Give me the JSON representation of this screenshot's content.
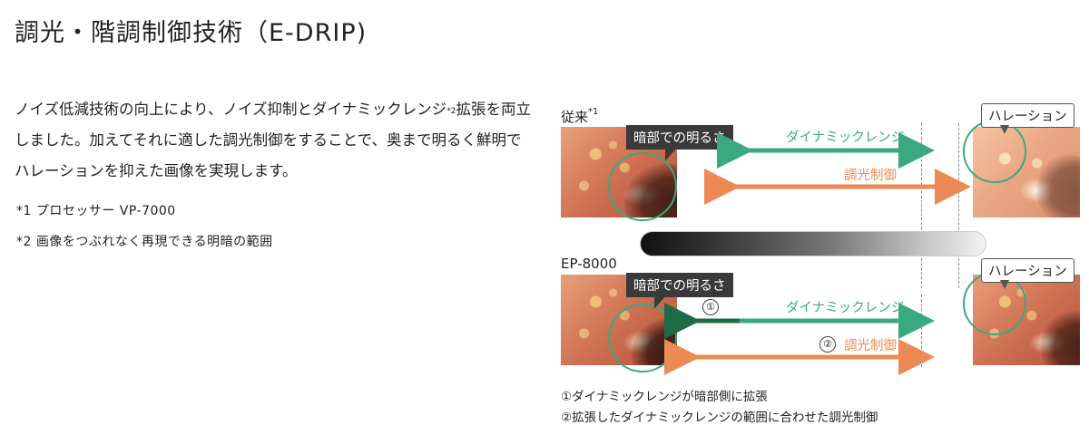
{
  "title": "調光・階調制御技術（E-DRIP)",
  "description": {
    "line1_pre": "ノイズ低減技術の向上により、ノイズ抑制とダイナミックレンジ",
    "line1_sup": "*2",
    "line1_post": "拡張を両立しました。加えてそれに適した調光制御をすることで、奥まで明るく鮮明でハレーションを抑えた画像を実現します。"
  },
  "notes": {
    "note1": "*1 プロセッサー VP-7000",
    "note2": "*2 画像をつぶれなく再現できる明暗の範囲"
  },
  "figure": {
    "conventional_label": "従来",
    "conventional_sup": "*1",
    "new_label": "EP-8000",
    "dark_brightness": "暗部での明るさ",
    "halation": "ハレーション",
    "dynamic_range": "ダイナミックレンジ",
    "light_control": "調光制御",
    "badge1": "①",
    "badge2": "②",
    "legend1": "①ダイナミックレンジが暗部側に拡張",
    "legend2": "②拡張したダイナミックレンジの範囲に合わせた調光制御"
  },
  "colors": {
    "green": "#3aa980",
    "dark_green": "#1e6b45",
    "orange": "#ec8a55",
    "callout_bg": "#3a3a3a"
  }
}
